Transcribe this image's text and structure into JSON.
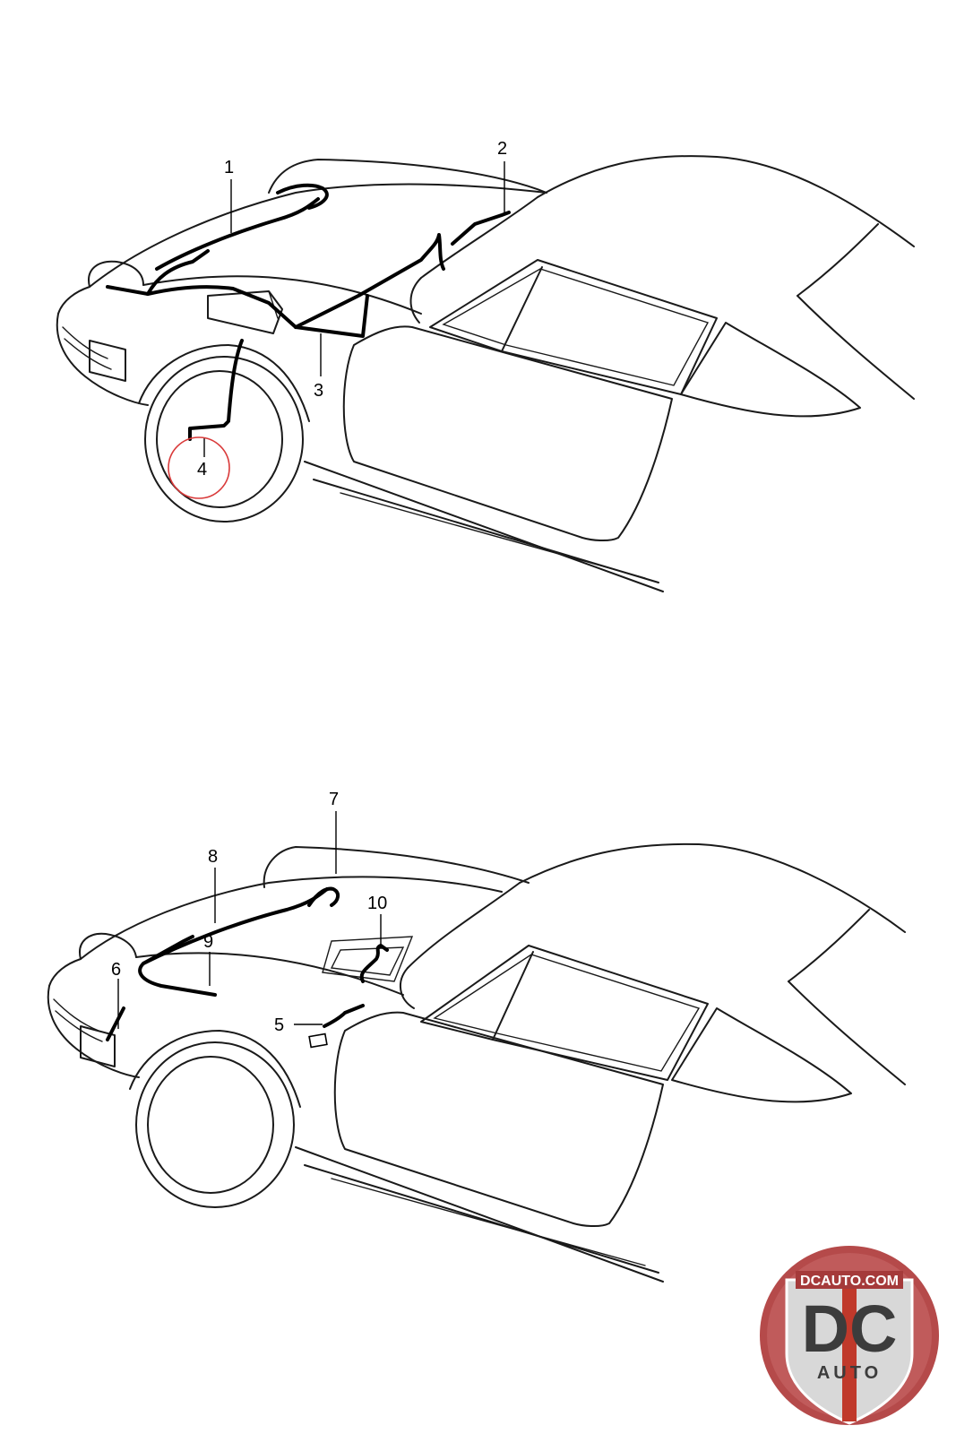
{
  "callouts": {
    "top": [
      "1",
      "2",
      "3",
      "4"
    ],
    "bottom": [
      "5",
      "6",
      "7",
      "8",
      "9",
      "10"
    ]
  },
  "highlight": {
    "part": "4",
    "color": "#d93a3a"
  },
  "logo": {
    "site": "DCAUTO.COM",
    "monogram": "DC",
    "word": "AUTO",
    "colors": {
      "ring": "#b54a4a",
      "shield": "#d8d8d8",
      "stripe": "#c0392b",
      "letters": "#3c3c3c"
    }
  }
}
